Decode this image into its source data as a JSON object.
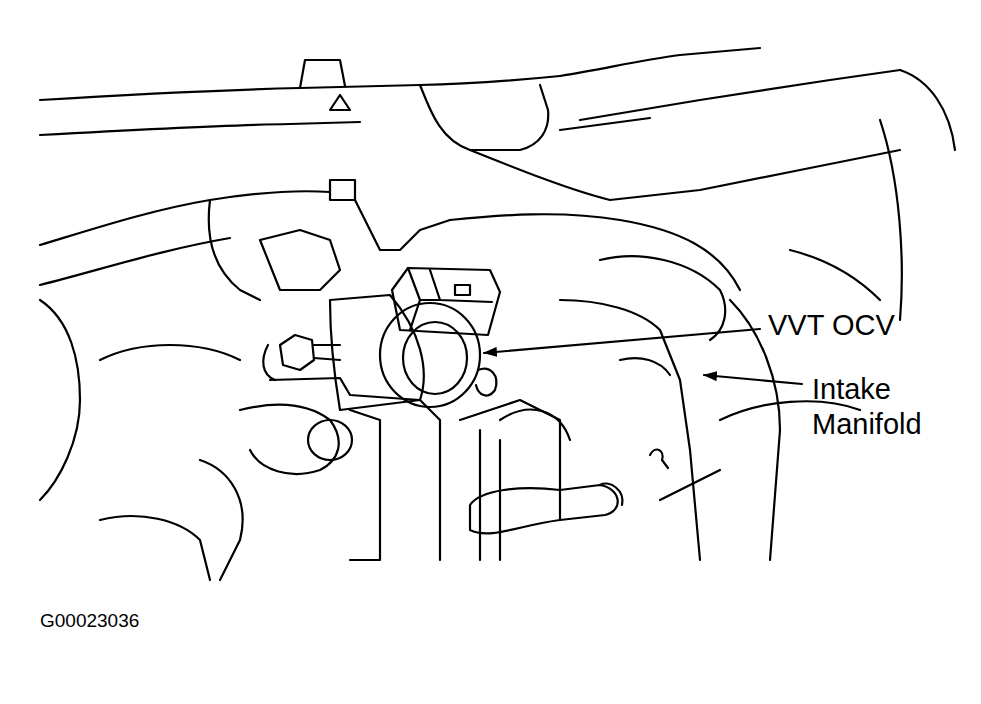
{
  "diagram": {
    "labels": [
      "VVT OCV",
      "Intake Manifold",
      "G00023036"
    ]
  }
}
